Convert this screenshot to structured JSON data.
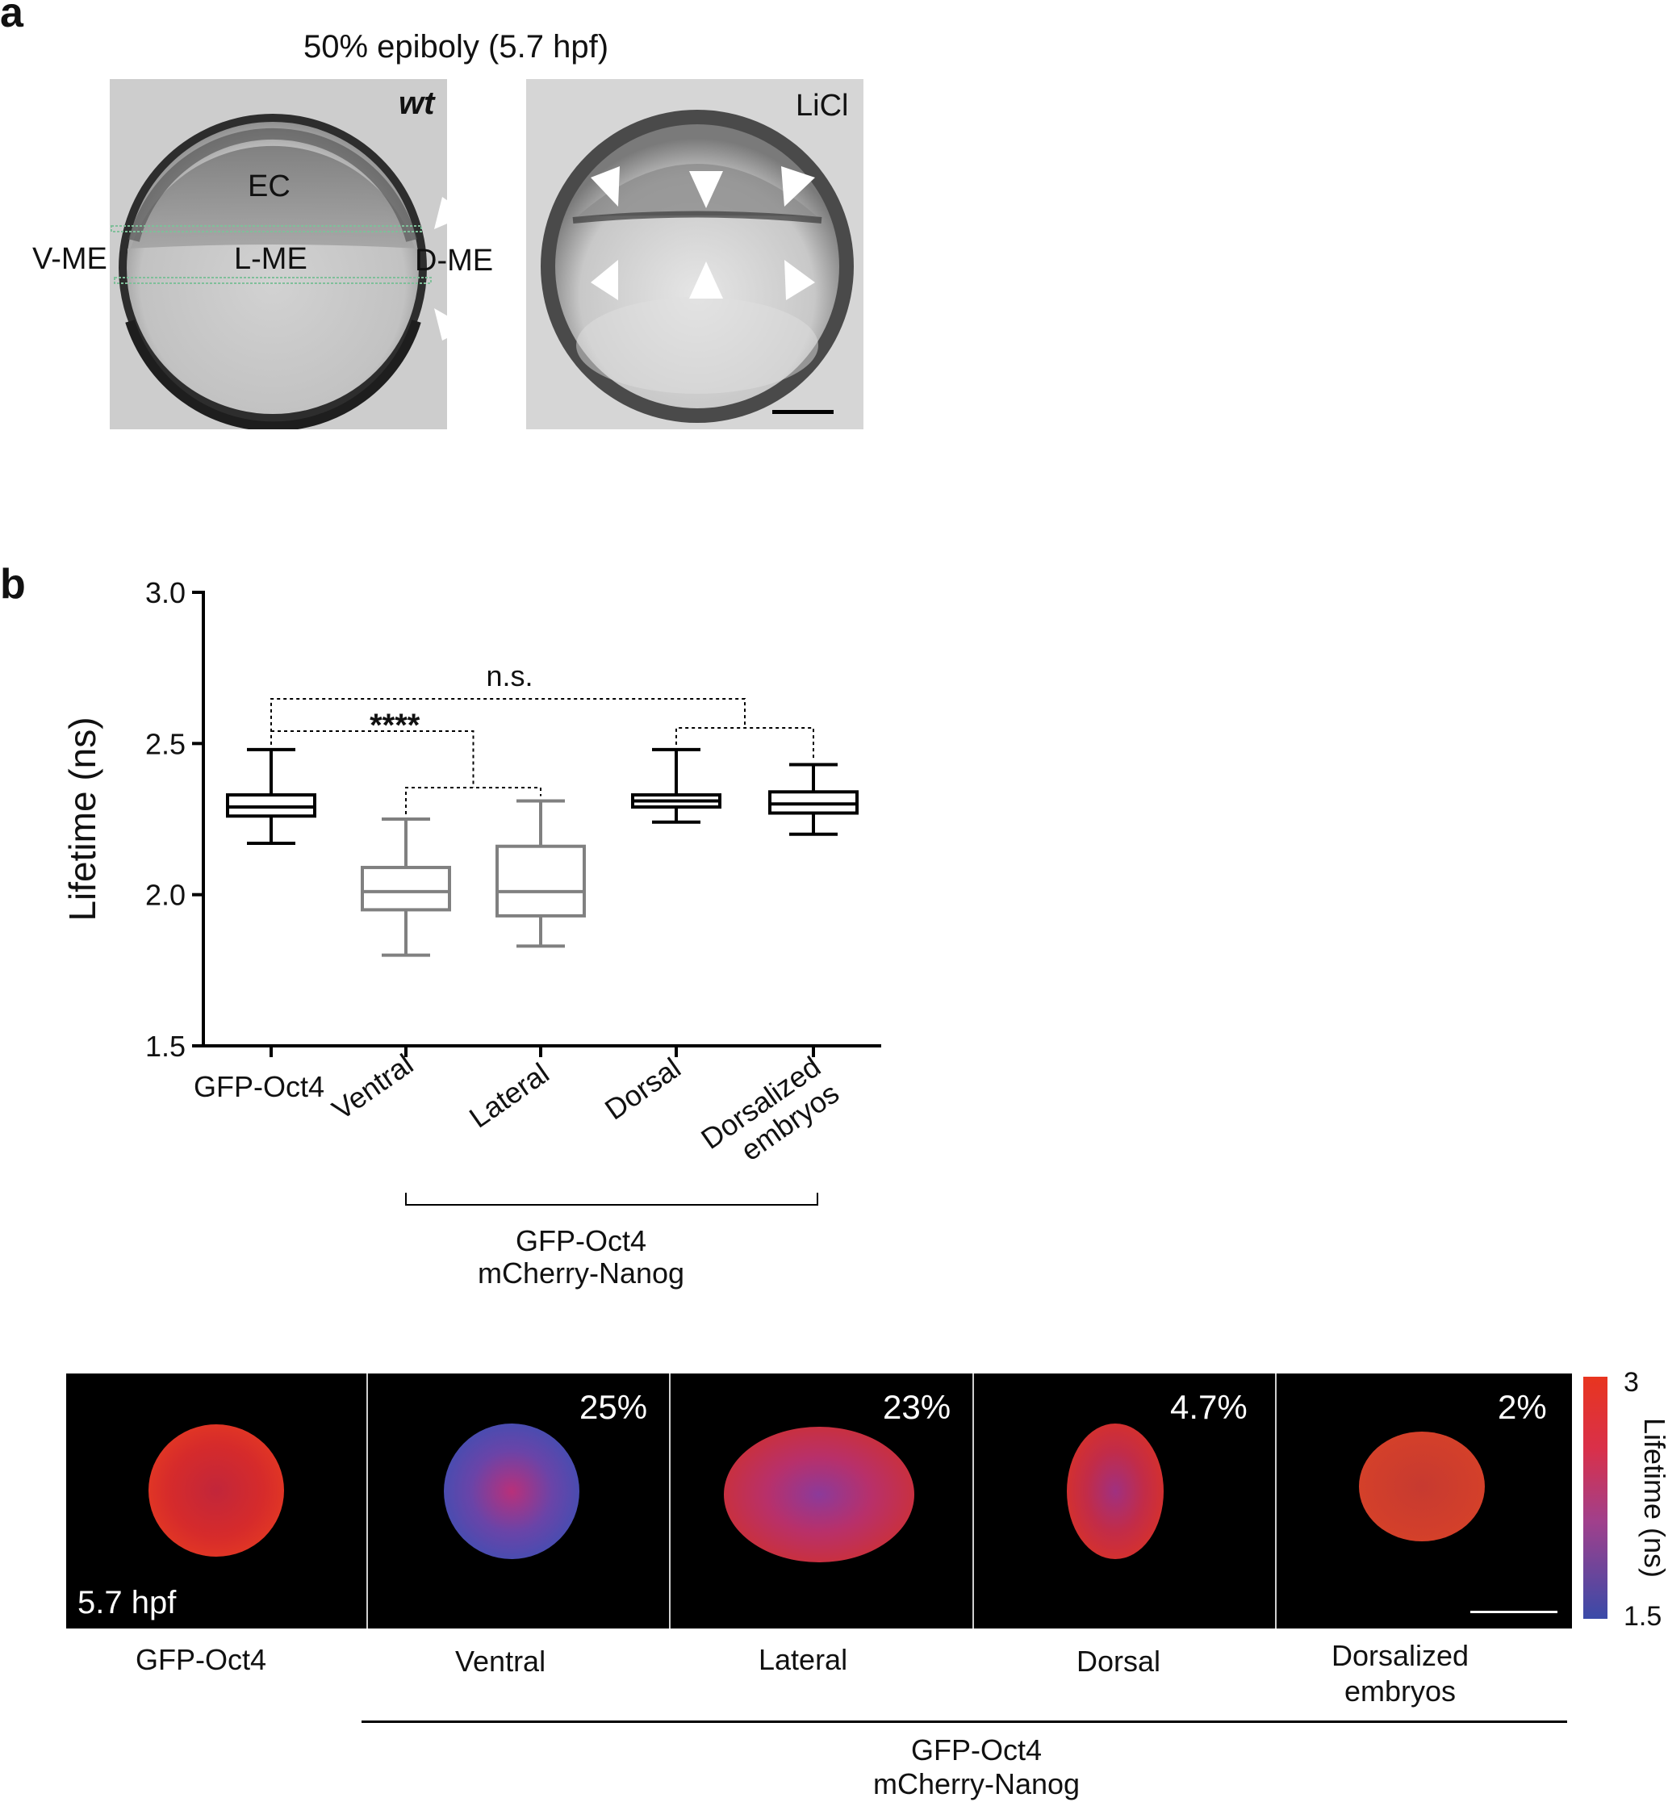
{
  "panel_a": {
    "letter": "a",
    "title": "50% epiboly (5.7 hpf)",
    "wt_image": {
      "tag": "wt",
      "labels": {
        "ec": "EC",
        "l_me": "L-ME",
        "v_me": "V-ME",
        "d_me": "D-ME"
      }
    },
    "licl_image": {
      "tag": "LiCl"
    }
  },
  "panel_b": {
    "letter": "b",
    "ylabel": "Lifetime (ns)",
    "yticks": [
      "3.0",
      "2.5",
      "2.0",
      "1.5"
    ],
    "xticks": [
      "GFP-Oct4",
      "Ventral",
      "Lateral",
      "Dorsal",
      "Dorsalized embryos"
    ],
    "xticks_line2": {
      "dorsalized": "embryos"
    },
    "xtick_dorsalized_line1": "Dorsalized",
    "group_label_line1": "GFP-Oct4",
    "group_label_line2": "mCherry-Nanog",
    "sig_ns": "n.s.",
    "sig_stars": "****"
  },
  "chart_data": {
    "type": "box",
    "categories": [
      "GFP-Oct4",
      "Ventral",
      "Lateral",
      "Dorsal",
      "Dorsalized embryos"
    ],
    "ylabel": "Lifetime (ns)",
    "ylim": [
      1.5,
      3.0
    ],
    "boxes": [
      {
        "name": "GFP-Oct4",
        "min": 2.17,
        "q1": 2.26,
        "median": 2.29,
        "q3": 2.33,
        "max": 2.48,
        "color": "#000000"
      },
      {
        "name": "Ventral",
        "min": 1.8,
        "q1": 1.95,
        "median": 2.01,
        "q3": 2.09,
        "max": 2.25,
        "color": "#808080"
      },
      {
        "name": "Lateral",
        "min": 1.83,
        "q1": 1.93,
        "median": 2.01,
        "q3": 2.16,
        "max": 2.31,
        "color": "#808080"
      },
      {
        "name": "Dorsal",
        "min": 2.24,
        "q1": 2.29,
        "median": 2.31,
        "q3": 2.33,
        "max": 2.48,
        "color": "#000000"
      },
      {
        "name": "Dorsalized embryos",
        "min": 2.2,
        "q1": 2.27,
        "median": 2.3,
        "q3": 2.34,
        "max": 2.43,
        "color": "#000000"
      }
    ],
    "annotations": [
      "n.s.",
      "****"
    ]
  },
  "panel_c": {
    "images": [
      {
        "name": "GFP-Oct4",
        "percent": "",
        "corner_label": "5.7 hpf"
      },
      {
        "name": "Ventral",
        "percent": "25%"
      },
      {
        "name": "Lateral",
        "percent": "23%"
      },
      {
        "name": "Dorsal",
        "percent": "4.7%"
      },
      {
        "name": "Dorsalized embryos",
        "percent": "2%"
      }
    ],
    "labels": {
      "gfp": "GFP-Oct4",
      "ventral": "Ventral",
      "lateral": "Lateral",
      "dorsal": "Dorsal",
      "dorsalized_1": "Dorsalized",
      "dorsalized_2": "embryos"
    },
    "colorbar": {
      "title": "Lifetime (ns)",
      "max": "3",
      "min": "1.5",
      "colors": [
        "#e8351f",
        "#3a4aa8"
      ]
    },
    "group_label_line1": "GFP-Oct4",
    "group_label_line2": "mCherry-Nanog"
  }
}
